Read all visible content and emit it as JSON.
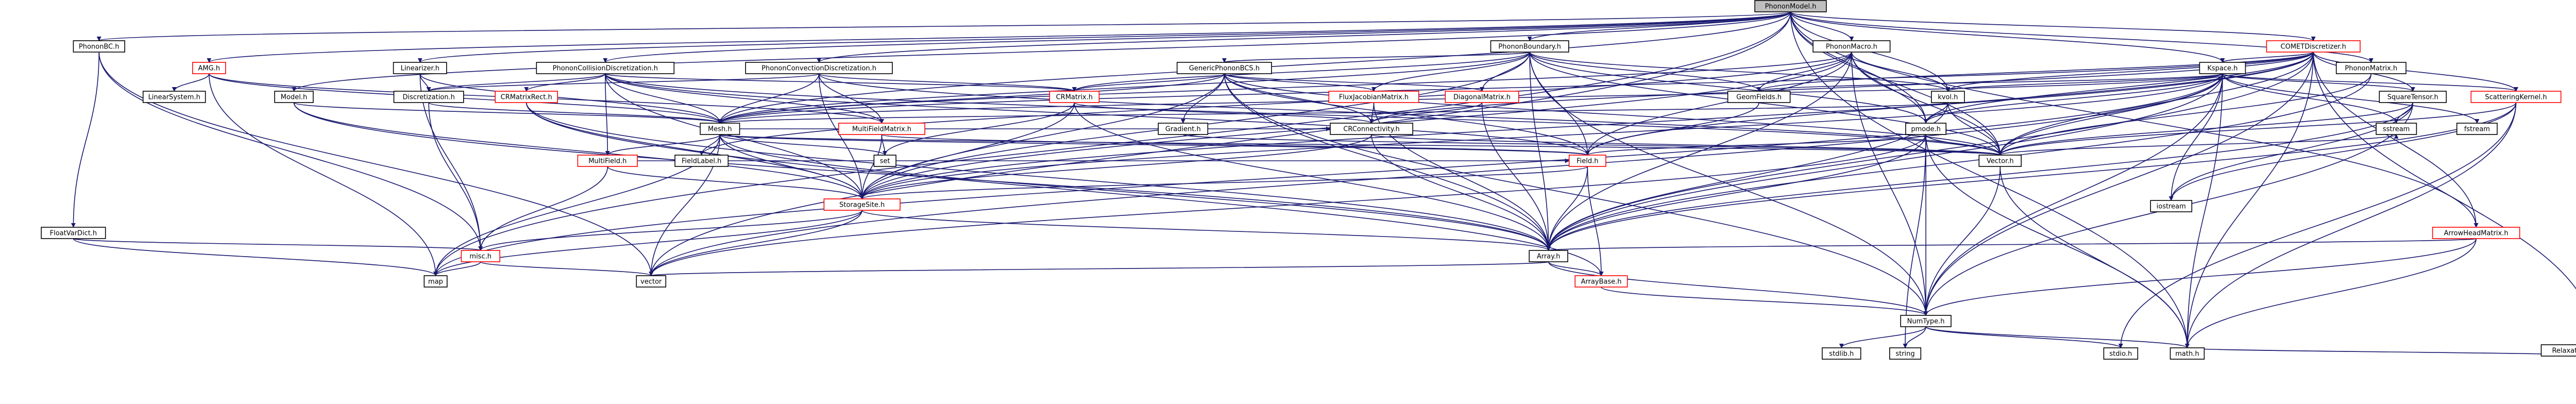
{
  "title": "",
  "colors": {
    "edge": "#191970",
    "edge_highlight": "#b22222",
    "node_border": "#000000",
    "node_border_highlight": "#ff0000",
    "root_fill": "#bfbfbf"
  },
  "nodes": [
    {
      "id": "PhononModel_h",
      "label": "PhononModel.h",
      "style": "root"
    },
    {
      "id": "PhononBC_h",
      "label": "PhononBC.h",
      "style": "normal"
    },
    {
      "id": "AMG_h",
      "label": "AMG.h",
      "style": "red"
    },
    {
      "id": "LinearSystem_h",
      "label": "LinearSystem.h",
      "style": "normal"
    },
    {
      "id": "Linearizer_h",
      "label": "Linearizer.h",
      "style": "normal"
    },
    {
      "id": "Model_h",
      "label": "Model.h",
      "style": "normal"
    },
    {
      "id": "PhononCollisionDiscretization_h",
      "label": "PhononCollisionDiscretization.h",
      "style": "normal"
    },
    {
      "id": "Discretization_h",
      "label": "Discretization.h",
      "style": "normal"
    },
    {
      "id": "CRMatrixRect_h",
      "label": "CRMatrixRect.h",
      "style": "red"
    },
    {
      "id": "PhononConvectionDiscretization_h",
      "label": "PhononConvectionDiscretization.h",
      "style": "normal"
    },
    {
      "id": "PhononBoundary_h",
      "label": "PhononBoundary.h",
      "style": "normal"
    },
    {
      "id": "GenericPhononBCS_h",
      "label": "GenericPhononBCS.h",
      "style": "normal"
    },
    {
      "id": "CRMatrix_h",
      "label": "CRMatrix.h",
      "style": "red"
    },
    {
      "id": "FluxJacobianMatrix_h",
      "label": "FluxJacobianMatrix.h",
      "style": "red"
    },
    {
      "id": "DiagonalMatrix_h",
      "label": "DiagonalMatrix.h",
      "style": "red"
    },
    {
      "id": "PhononMacro_h",
      "label": "PhononMacro.h",
      "style": "normal"
    },
    {
      "id": "COMETDiscretizer_h",
      "label": "COMETDiscretizer.h",
      "style": "red"
    },
    {
      "id": "PhononMatrix_h",
      "label": "PhononMatrix.h",
      "style": "normal"
    },
    {
      "id": "Kspace_h",
      "label": "Kspace.h",
      "style": "normal"
    },
    {
      "id": "SquareTensor_h",
      "label": "SquareTensor.h",
      "style": "normal"
    },
    {
      "id": "ScatteringKernel_h",
      "label": "ScatteringKernel.h",
      "style": "red"
    },
    {
      "id": "GeomFields_h",
      "label": "GeomFields.h",
      "style": "normal"
    },
    {
      "id": "kvol_h",
      "label": "kvol.h",
      "style": "normal"
    },
    {
      "id": "pmode_h",
      "label": "pmode.h",
      "style": "normal"
    },
    {
      "id": "Mesh_h",
      "label": "Mesh.h",
      "style": "normal"
    },
    {
      "id": "MultiFieldMatrix_h",
      "label": "MultiFieldMatrix.h",
      "style": "red"
    },
    {
      "id": "Gradient_h",
      "label": "Gradient.h",
      "style": "normal"
    },
    {
      "id": "CRConnectivity_h",
      "label": "CRConnectivity.h",
      "style": "normal"
    },
    {
      "id": "set",
      "label": "set",
      "style": "normal"
    },
    {
      "id": "MultiField_h",
      "label": "MultiField.h",
      "style": "red"
    },
    {
      "id": "FieldLabel_h",
      "label": "FieldLabel.h",
      "style": "normal"
    },
    {
      "id": "Field_h",
      "label": "Field.h",
      "style": "red"
    },
    {
      "id": "Vector_h",
      "label": "Vector.h",
      "style": "normal"
    },
    {
      "id": "sstream",
      "label": "sstream",
      "style": "normal"
    },
    {
      "id": "fstream",
      "label": "fstream",
      "style": "normal"
    },
    {
      "id": "iostream",
      "label": "iostream",
      "style": "normal"
    },
    {
      "id": "StorageSite_h",
      "label": "StorageSite.h",
      "style": "red"
    },
    {
      "id": "FloatVarDict_h",
      "label": "FloatVarDict.h",
      "style": "normal"
    },
    {
      "id": "misc_h",
      "label": "misc.h",
      "style": "red"
    },
    {
      "id": "map",
      "label": "map",
      "style": "normal"
    },
    {
      "id": "vector",
      "label": "vector",
      "style": "normal"
    },
    {
      "id": "Array_h",
      "label": "Array.h",
      "style": "normal"
    },
    {
      "id": "ArrayBase_h",
      "label": "ArrayBase.h",
      "style": "red"
    },
    {
      "id": "NumType_h",
      "label": "NumType.h",
      "style": "normal"
    },
    {
      "id": "ArrowHeadMatrix_h",
      "label": "ArrowHeadMatrix.h",
      "style": "red"
    },
    {
      "id": "RelaxationTimeFunction_h",
      "label": "RelaxationTimeFunction.h",
      "style": "normal"
    },
    {
      "id": "stdlib_h",
      "label": "stdlib.h",
      "style": "normal"
    },
    {
      "id": "string",
      "label": "string",
      "style": "normal"
    },
    {
      "id": "stdio_h",
      "label": "stdio.h",
      "style": "normal"
    },
    {
      "id": "math_h",
      "label": "math.h",
      "style": "normal"
    }
  ],
  "edges": [
    [
      "PhononModel_h",
      "PhononBC_h"
    ],
    [
      "PhononModel_h",
      "AMG_h"
    ],
    [
      "PhononModel_h",
      "Linearizer_h"
    ],
    [
      "PhononModel_h",
      "Model_h"
    ],
    [
      "PhononModel_h",
      "PhononBoundary_h"
    ],
    [
      "PhononModel_h",
      "PhononMacro_h"
    ],
    [
      "PhononModel_h",
      "COMETDiscretizer_h"
    ],
    [
      "PhononModel_h",
      "PhononMatrix_h"
    ],
    [
      "PhononModel_h",
      "Kspace_h"
    ],
    [
      "PhononModel_h",
      "Mesh_h"
    ],
    [
      "PhononModel_h",
      "kvol_h"
    ],
    [
      "PhononModel_h",
      "pmode_h"
    ],
    [
      "PhononModel_h",
      "Vector_h"
    ],
    [
      "PhononModel_h",
      "ArrowHeadMatrix_h"
    ],
    [
      "PhononModel_h",
      "map"
    ],
    [
      "PhononModel_h",
      "vector"
    ],
    [
      "PhononModel_h",
      "math_h"
    ],
    [
      "PhononModel_h",
      "PhononCollisionDiscretization_h"
    ],
    [
      "PhononModel_h",
      "PhononConvectionDiscretization_h"
    ],
    [
      "PhononBC_h",
      "FloatVarDict_h"
    ],
    [
      "PhononBC_h",
      "misc_h"
    ],
    [
      "PhononBC_h",
      "vector"
    ],
    [
      "AMG_h",
      "LinearSystem_h"
    ],
    [
      "AMG_h",
      "Mesh_h"
    ],
    [
      "AMG_h",
      "map"
    ],
    [
      "AMG_h",
      "MultiFieldMatrix_h"
    ],
    [
      "Linearizer_h",
      "Discretization_h"
    ],
    [
      "Linearizer_h",
      "Mesh_h"
    ],
    [
      "Linearizer_h",
      "misc_h"
    ],
    [
      "Model_h",
      "Mesh_h"
    ],
    [
      "Model_h",
      "StorageSite_h"
    ],
    [
      "Model_h",
      "Array_h"
    ],
    [
      "PhononCollisionDiscretization_h",
      "Discretization_h"
    ],
    [
      "PhononCollisionDiscretization_h",
      "CRMatrixRect_h"
    ],
    [
      "PhononCollisionDiscretization_h",
      "Mesh_h"
    ],
    [
      "PhononCollisionDiscretization_h",
      "MultiFieldMatrix_h"
    ],
    [
      "PhononCollisionDiscretization_h",
      "MultiField_h"
    ],
    [
      "PhononCollisionDiscretization_h",
      "StorageSite_h"
    ],
    [
      "PhononCollisionDiscretization_h",
      "CRMatrix_h"
    ],
    [
      "PhononCollisionDiscretization_h",
      "Field_h"
    ],
    [
      "PhononCollisionDiscretization_h",
      "Vector_h"
    ],
    [
      "Discretization_h",
      "Mesh_h"
    ],
    [
      "Discretization_h",
      "misc_h"
    ],
    [
      "CRMatrixRect_h",
      "StorageSite_h"
    ],
    [
      "CRMatrixRect_h",
      "Array_h"
    ],
    [
      "CRMatrixRect_h",
      "ArrayBase_h"
    ],
    [
      "PhononConvectionDiscretization_h",
      "Discretization_h"
    ],
    [
      "PhononConvectionDiscretization_h",
      "Mesh_h"
    ],
    [
      "PhononConvectionDiscretization_h",
      "MultiFieldMatrix_h"
    ],
    [
      "PhononConvectionDiscretization_h",
      "CRMatrix_h"
    ],
    [
      "PhononConvectionDiscretization_h",
      "StorageSite_h"
    ],
    [
      "PhononConvectionDiscretization_h",
      "Vector_h"
    ],
    [
      "PhononBoundary_h",
      "GenericPhononBCS_h"
    ],
    [
      "PhononBoundary_h",
      "CRMatrix_h"
    ],
    [
      "PhononBoundary_h",
      "FluxJacobianMatrix_h"
    ],
    [
      "PhononBoundary_h",
      "DiagonalMatrix_h"
    ],
    [
      "PhononBoundary_h",
      "Mesh_h"
    ],
    [
      "PhononBoundary_h",
      "GeomFields_h"
    ],
    [
      "PhononBoundary_h",
      "StorageSite_h"
    ],
    [
      "PhononBoundary_h",
      "Field_h"
    ],
    [
      "PhononBoundary_h",
      "Array_h"
    ],
    [
      "PhononBoundary_h",
      "NumType_h"
    ],
    [
      "PhononBoundary_h",
      "Vector_h"
    ],
    [
      "PhononBoundary_h",
      "pmode_h"
    ],
    [
      "PhononBoundary_h",
      "kvol_h"
    ],
    [
      "GenericPhononBCS_h",
      "CRMatrix_h"
    ],
    [
      "GenericPhononBCS_h",
      "FluxJacobianMatrix_h"
    ],
    [
      "GenericPhononBCS_h",
      "DiagonalMatrix_h"
    ],
    [
      "GenericPhononBCS_h",
      "Gradient_h"
    ],
    [
      "GenericPhononBCS_h",
      "CRConnectivity_h"
    ],
    [
      "GenericPhononBCS_h",
      "Mesh_h"
    ],
    [
      "GenericPhononBCS_h",
      "StorageSite_h"
    ],
    [
      "GenericPhononBCS_h",
      "Field_h"
    ],
    [
      "GenericPhononBCS_h",
      "Vector_h"
    ],
    [
      "GenericPhononBCS_h",
      "Array_h"
    ],
    [
      "GenericPhononBCS_h",
      "NumType_h"
    ],
    [
      "CRMatrix_h",
      "CRConnectivity_h"
    ],
    [
      "CRMatrix_h",
      "StorageSite_h"
    ],
    [
      "CRMatrix_h",
      "Array_h"
    ],
    [
      "CRMatrix_h",
      "set"
    ],
    [
      "FluxJacobianMatrix_h",
      "CRConnectivity_h"
    ],
    [
      "FluxJacobianMatrix_h",
      "Array_h"
    ],
    [
      "DiagonalMatrix_h",
      "Array_h"
    ],
    [
      "DiagonalMatrix_h",
      "CRConnectivity_h"
    ],
    [
      "PhononMacro_h",
      "GeomFields_h"
    ],
    [
      "PhononMacro_h",
      "Field_h"
    ],
    [
      "PhononMacro_h",
      "FieldLabel_h"
    ],
    [
      "PhononMacro_h",
      "Vector_h"
    ],
    [
      "PhononMacro_h",
      "Mesh_h"
    ],
    [
      "PhononMacro_h",
      "pmode_h"
    ],
    [
      "PhononMacro_h",
      "kvol_h"
    ],
    [
      "PhononMacro_h",
      "Array_h"
    ],
    [
      "PhononMacro_h",
      "NumType_h"
    ],
    [
      "PhononMacro_h",
      "StorageSite_h"
    ],
    [
      "COMETDiscretizer_h",
      "Kspace_h"
    ],
    [
      "COMETDiscretizer_h",
      "SquareTensor_h"
    ],
    [
      "COMETDiscretizer_h",
      "ScatteringKernel_h"
    ],
    [
      "COMETDiscretizer_h",
      "GeomFields_h"
    ],
    [
      "COMETDiscretizer_h",
      "kvol_h"
    ],
    [
      "COMETDiscretizer_h",
      "pmode_h"
    ],
    [
      "COMETDiscretizer_h",
      "Vector_h"
    ],
    [
      "COMETDiscretizer_h",
      "Field_h"
    ],
    [
      "COMETDiscretizer_h",
      "Array_h"
    ],
    [
      "COMETDiscretizer_h",
      "NumType_h"
    ],
    [
      "COMETDiscretizer_h",
      "ArrowHeadMatrix_h"
    ],
    [
      "COMETDiscretizer_h",
      "math_h"
    ],
    [
      "COMETDiscretizer_h",
      "CRConnectivity_h"
    ],
    [
      "COMETDiscretizer_h",
      "Mesh_h"
    ],
    [
      "COMETDiscretizer_h",
      "StorageSite_h"
    ],
    [
      "COMETDiscretizer_h",
      "RelaxationTimeFunction_h"
    ],
    [
      "PhononMatrix_h",
      "Array_h"
    ],
    [
      "PhononMatrix_h",
      "Vector_h"
    ],
    [
      "Kspace_h",
      "kvol_h"
    ],
    [
      "Kspace_h",
      "pmode_h"
    ],
    [
      "Kspace_h",
      "Vector_h"
    ],
    [
      "Kspace_h",
      "SquareTensor_h"
    ],
    [
      "Kspace_h",
      "ScatteringKernel_h"
    ],
    [
      "Kspace_h",
      "iostream"
    ],
    [
      "Kspace_h",
      "fstream"
    ],
    [
      "Kspace_h",
      "math_h"
    ],
    [
      "Kspace_h",
      "GeomFields_h"
    ],
    [
      "Kspace_h",
      "Mesh_h"
    ],
    [
      "Kspace_h",
      "Array_h"
    ],
    [
      "Kspace_h",
      "NumType_h"
    ],
    [
      "Kspace_h",
      "StorageSite_h"
    ],
    [
      "Kspace_h",
      "vector"
    ],
    [
      "Kspace_h",
      "map"
    ],
    [
      "Kspace_h",
      "sstream"
    ],
    [
      "SquareTensor_h",
      "NumType_h"
    ],
    [
      "SquareTensor_h",
      "Vector_h"
    ],
    [
      "SquareTensor_h",
      "iostream"
    ],
    [
      "SquareTensor_h",
      "Array_h"
    ],
    [
      "SquareTensor_h",
      "sstream"
    ],
    [
      "ScatteringKernel_h",
      "Vector_h"
    ],
    [
      "ScatteringKernel_h",
      "iostream"
    ],
    [
      "ScatteringKernel_h",
      "stdio_h"
    ],
    [
      "ScatteringKernel_h",
      "math_h"
    ],
    [
      "ScatteringKernel_h",
      "Array_h"
    ],
    [
      "GeomFields_h",
      "Field_h"
    ],
    [
      "kvol_h",
      "pmode_h"
    ],
    [
      "kvol_h",
      "Vector_h"
    ],
    [
      "kvol_h",
      "Mesh_h"
    ],
    [
      "kvol_h",
      "Array_h"
    ],
    [
      "pmode_h",
      "Vector_h"
    ],
    [
      "pmode_h",
      "Field_h"
    ],
    [
      "pmode_h",
      "NumType_h"
    ],
    [
      "pmode_h",
      "Array_h"
    ],
    [
      "pmode_h",
      "math_h"
    ],
    [
      "pmode_h",
      "vector"
    ],
    [
      "pmode_h",
      "string"
    ],
    [
      "Mesh_h",
      "MultiField_h"
    ],
    [
      "Mesh_h",
      "FieldLabel_h"
    ],
    [
      "Mesh_h",
      "StorageSite_h"
    ],
    [
      "Mesh_h",
      "CRConnectivity_h"
    ],
    [
      "Mesh_h",
      "Field_h"
    ],
    [
      "Mesh_h",
      "Vector_h"
    ],
    [
      "Mesh_h",
      "set"
    ],
    [
      "Mesh_h",
      "map"
    ],
    [
      "Mesh_h",
      "vector"
    ],
    [
      "Mesh_h",
      "Array_h"
    ],
    [
      "MultiFieldMatrix_h",
      "set"
    ],
    [
      "MultiFieldMatrix_h",
      "StorageSite_h"
    ],
    [
      "MultiFieldMatrix_h",
      "Field_h"
    ],
    [
      "Gradient_h",
      "Vector_h"
    ],
    [
      "CRConnectivity_h",
      "StorageSite_h"
    ],
    [
      "CRConnectivity_h",
      "Array_h"
    ],
    [
      "CRConnectivity_h",
      "Vector_h"
    ],
    [
      "MultiField_h",
      "StorageSite_h"
    ],
    [
      "MultiField_h",
      "misc_h"
    ],
    [
      "MultiField_h",
      "Field_h"
    ],
    [
      "Field_h",
      "StorageSite_h"
    ],
    [
      "Field_h",
      "ArrayBase_h"
    ],
    [
      "Field_h",
      "Array_h"
    ],
    [
      "Vector_h",
      "NumType_h"
    ],
    [
      "Vector_h",
      "sstream"
    ],
    [
      "Vector_h",
      "math_h"
    ],
    [
      "StorageSite_h",
      "misc_h"
    ],
    [
      "StorageSite_h",
      "Array_h"
    ],
    [
      "StorageSite_h",
      "vector"
    ],
    [
      "StorageSite_h",
      "map"
    ],
    [
      "FloatVarDict_h",
      "map"
    ],
    [
      "FloatVarDict_h",
      "misc_h"
    ],
    [
      "misc_h",
      "map"
    ],
    [
      "misc_h",
      "vector"
    ],
    [
      "Array_h",
      "ArrayBase_h"
    ],
    [
      "Array_h",
      "NumType_h"
    ],
    [
      "Array_h",
      "vector"
    ],
    [
      "ArrayBase_h",
      "NumType_h"
    ],
    [
      "NumType_h",
      "stdlib_h"
    ],
    [
      "NumType_h",
      "string"
    ],
    [
      "NumType_h",
      "stdio_h"
    ],
    [
      "NumType_h",
      "math_h"
    ],
    [
      "ArrowHeadMatrix_h",
      "NumType_h"
    ],
    [
      "ArrowHeadMatrix_h",
      "Array_h"
    ],
    [
      "ArrowHeadMatrix_h",
      "math_h"
    ],
    [
      "RelaxationTimeFunction_h",
      "math_h"
    ]
  ]
}
